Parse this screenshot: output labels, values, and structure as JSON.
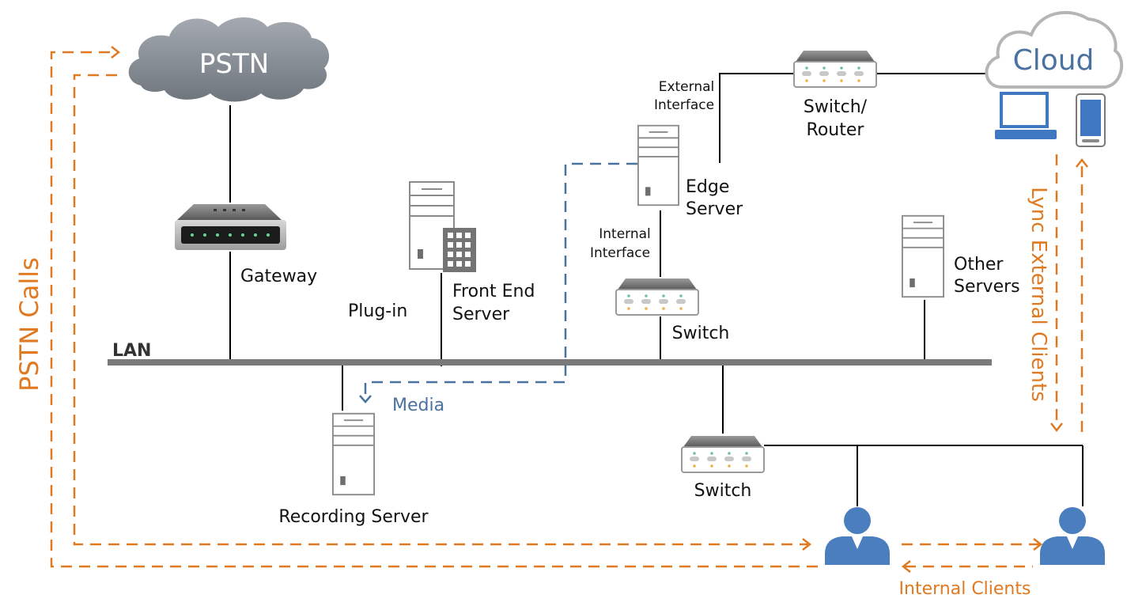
{
  "labels": {
    "pstn": "PSTN",
    "cloud": "Cloud",
    "gateway": "Gateway",
    "plugin": "Plug-in",
    "front_end_line1": "Front End",
    "front_end_line2": "Server",
    "external_interface_line1": "External",
    "external_interface_line2": "Interface",
    "edge_line1": "Edge",
    "edge_line2": "Server",
    "internal_interface_line1": "Internal",
    "internal_interface_line2": "Interface",
    "switch_router_line1": "Switch/",
    "switch_router_line2": "Router",
    "switch_edge": "Switch",
    "other_line1": "Other",
    "other_line2": "Servers",
    "lan": "LAN",
    "media": "Media",
    "recording": "Recording Server",
    "switch_clients": "Switch",
    "internal_clients": "Internal Clients",
    "pstn_calls": "PSTN Calls",
    "lync_external": "Lync External Clients"
  },
  "icons": {
    "pstn": "cloud-icon",
    "cloud": "cloud-outline-icon",
    "gateway": "gateway-icon",
    "server": "server-tower-icon",
    "building": "building-icon",
    "switch": "network-switch-icon",
    "laptop": "laptop-icon",
    "mobile": "mobile-phone-icon",
    "user": "user-icon"
  },
  "colors": {
    "orange": "#E07A22",
    "blue": "#4A72A0",
    "lan": "#7A7A7A",
    "client_blue": "#4A7EBF",
    "pstn_cloud": "#8C9299"
  }
}
